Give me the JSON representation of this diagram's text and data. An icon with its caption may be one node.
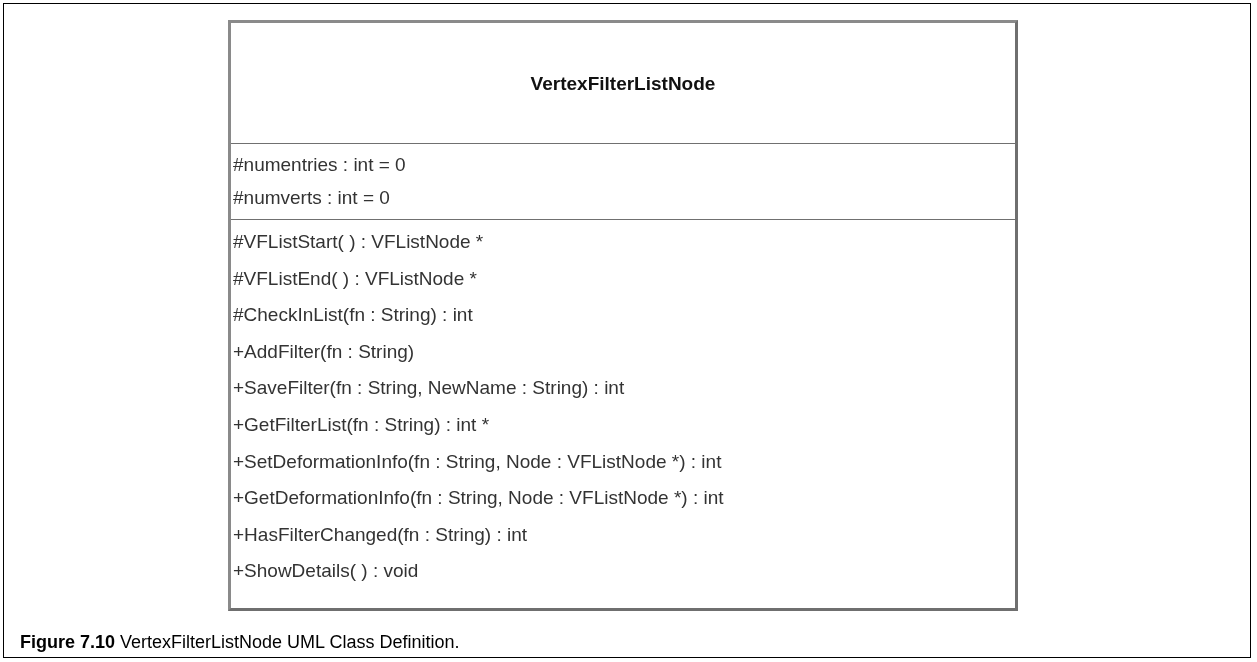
{
  "diagram": {
    "caption": "**Figure 7.10** VertexFilterListNode UML Class Definition.",
    "nodes": [
      {
        "text": [
          "VertexFilterListNode"
        ]
      },
      {
        "text": [
          "#numentries : int = 0",
          "#numverts : int = 0"
        ],
        "in": 0
      },
      {
        "text": [
          "#VFListStart( ) : VFListNode *",
          "#VFListEnd( ) : VFListNode *",
          "#CheckInList(fn : String) : int",
          "+AddFilter(fn : String)",
          "+SaveFilter(fn : String, NewName : String) : int",
          "+GetFilterList(fn : String) : int *",
          "+SetDeformationInfo(fn : String, Node : VFListNode *) : int",
          "+GetDeformationInfo(fn : String, Node : VFListNode *) : int",
          "+HasFilterChanged(fn : String) : int",
          "+ShowDetails( ) : void"
        ],
        "in": 0
      }
    ]
  }
}
